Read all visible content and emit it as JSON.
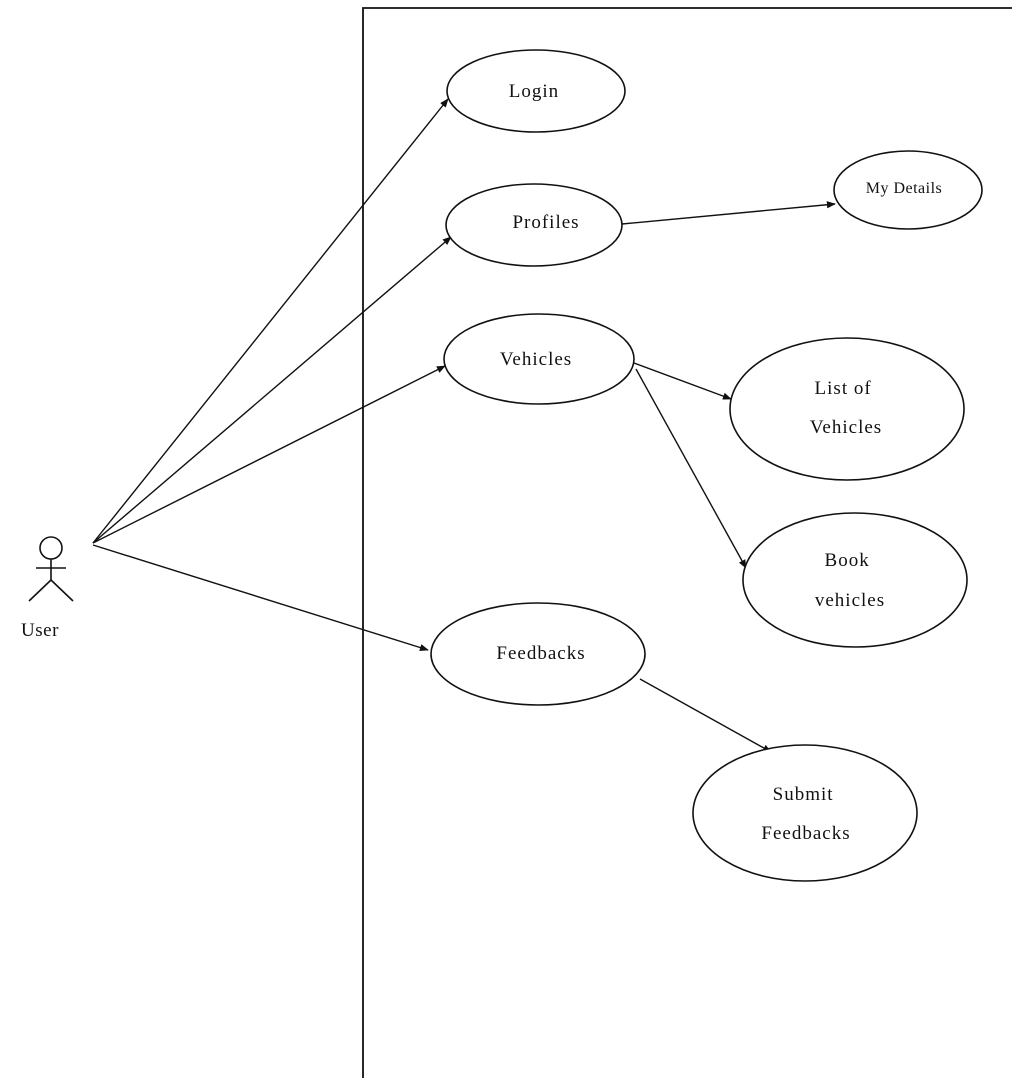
{
  "actor": {
    "label": "User"
  },
  "use_cases": {
    "login": {
      "lines": [
        "Login"
      ]
    },
    "profiles": {
      "lines": [
        "Profiles"
      ]
    },
    "my_details": {
      "lines": [
        "My Details"
      ]
    },
    "vehicles": {
      "lines": [
        "Vehicles"
      ]
    },
    "list_of_vehicles": {
      "lines": [
        "List of",
        "Vehicles"
      ]
    },
    "book_vehicles": {
      "lines": [
        "Book",
        "vehicles"
      ]
    },
    "feedbacks": {
      "lines": [
        "Feedbacks"
      ]
    },
    "submit_feedbacks": {
      "lines": [
        "Submit",
        "Feedbacks"
      ]
    }
  },
  "associations": [
    {
      "from": "user",
      "to": "login"
    },
    {
      "from": "user",
      "to": "profiles"
    },
    {
      "from": "user",
      "to": "vehicles"
    },
    {
      "from": "user",
      "to": "feedbacks"
    },
    {
      "from": "profiles",
      "to": "my_details"
    },
    {
      "from": "vehicles",
      "to": "list_of_vehicles"
    },
    {
      "from": "vehicles",
      "to": "book_vehicles"
    },
    {
      "from": "feedbacks",
      "to": "submit_feedbacks"
    }
  ]
}
